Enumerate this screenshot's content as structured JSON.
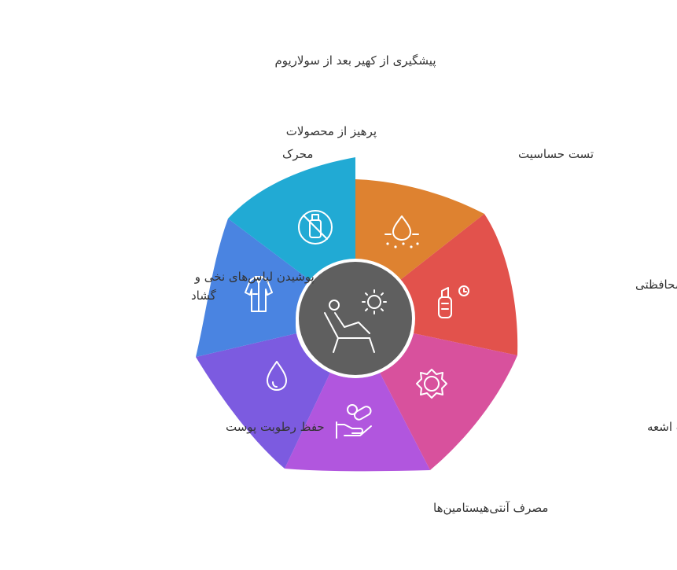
{
  "title": "پیشگیری از کهیر بعد از سولاریوم",
  "center": {
    "icon": "person-relaxing-under-sun-icon",
    "color": "#5f5f5f"
  },
  "segments": [
    {
      "label_lines": [
        "تست حساسیت"
      ],
      "icon": "skin-droplet-icon",
      "color": "#de8230"
    },
    {
      "label_lines": [
        "کرم‌های محافظتی"
      ],
      "icon": "sunscreen-spray-icon",
      "color": "#e2524c"
    },
    {
      "label_lines": [
        "کاهش زمان و شدت اشعه"
      ],
      "icon": "sun-badge-icon",
      "color": "#d8519d"
    },
    {
      "label_lines": [
        "مصرف آنتی‌هیستامین‌ها"
      ],
      "icon": "pills-hand-icon",
      "color": "#b156de"
    },
    {
      "label_lines": [
        "حفظ رطوبت پوست"
      ],
      "icon": "water-drop-icon",
      "color": "#7c5be0"
    },
    {
      "label_lines": [
        "پوشیدن لباس‌های نخی و",
        "گشاد"
      ],
      "icon": "shirt-icon",
      "color": "#4a84e1"
    },
    {
      "label_lines": [
        "پرهیز از محصولات",
        "محرک"
      ],
      "icon": "no-bottle-icon",
      "color": "#21aad4"
    }
  ]
}
